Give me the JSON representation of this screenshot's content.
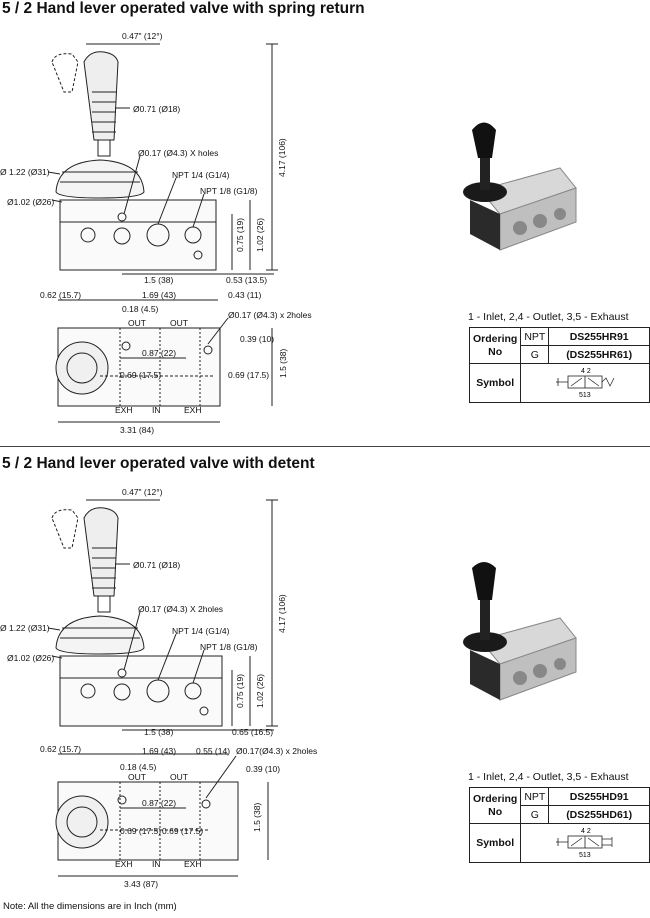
{
  "sections": [
    {
      "title": "5 / 2 Hand lever operated valve with spring return",
      "top_dims": {
        "angle": "0.47\" (12°)",
        "knob_dia": "Ø0.71 (Ø18)",
        "hole": "Ø0.17 (Ø4.3)  X holes",
        "npt_14": "NPT 1/4 (G1/4)",
        "npt_18": "NPT 1/8 (G1/8)",
        "boot_dia": "Ø 1.22 (Ø31)",
        "base_dia": "Ø1.02 (Ø26)",
        "h_total": "4.17 (106)",
        "h_body": "1.02 (26)",
        "h_port": "0.75 (19)",
        "w_ports": "1.5 (38)",
        "w_end": "0.53 (13.5)"
      },
      "bottom_dims": {
        "left_off": "0.62 (15.7)",
        "center_w": "1.69 (43)",
        "right_off": "0.43 (11)",
        "small_off": "0.18 (4.5)",
        "holes": "Ø0.17 (Ø4.3) x 2holes",
        "hole_off": "0.39 (10)",
        "out_pitch": "0.87 (22)",
        "pitch_l": "0.69 (17.5)",
        "pitch_r": "0.69 (17.5)",
        "height": "1.5 (38)",
        "length": "3.31 (84)",
        "out_a": "OUT",
        "out_b": "OUT",
        "exh_a": "EXH",
        "in": "IN",
        "exh_b": "EXH"
      },
      "ports_legend": "1 - Inlet,    2,4 - Outlet,     3,5 - Exhaust",
      "ordering": {
        "label_line1": "Ordering",
        "label_line2": "No",
        "npt_label": "NPT",
        "npt_code": "DS255HR91",
        "g_label": "G",
        "g_code": "(DS255HR61)",
        "symbol_label": "Symbol",
        "symbol_top": "4 2",
        "symbol_bottom": "513"
      }
    },
    {
      "title": "5 / 2 Hand lever operated valve with detent",
      "top_dims": {
        "angle": "0.47\" (12°)",
        "knob_dia": "Ø0.71 (Ø18)",
        "hole": "Ø0.17 (Ø4.3) X 2holes",
        "npt_14": "NPT 1/4 (G1/4)",
        "npt_18": "NPT 1/8 (G1/8)",
        "boot_dia": "Ø 1.22 (Ø31)",
        "base_dia": "Ø1.02 (Ø26)",
        "h_total": "4.17 (106)",
        "h_body": "1.02 (26)",
        "h_port": "0.75 (19)",
        "w_ports": "1.5 (38)",
        "w_end": "0.65 (16.5)"
      },
      "bottom_dims": {
        "left_off": "0.62 (15.7)",
        "center_w": "1.69 (43)",
        "right_off": "0.55 (14)",
        "small_off": "0.18 (4.5)",
        "holes": "Ø0.17(Ø4.3) x 2holes",
        "hole_off": "0.39 (10)",
        "out_pitch": "0.87 (22)",
        "pitch_l": "0.69 (17.5)",
        "pitch_r": "0.69 (17.5)",
        "height": "1.5 (38)",
        "length": "3.43 (87)",
        "out_a": "OUT",
        "out_b": "OUT",
        "exh_a": "EXH",
        "in": "IN",
        "exh_b": "EXH"
      },
      "ports_legend": "1 - Inlet,    2,4 - Outlet,     3,5 - Exhaust",
      "ordering": {
        "label_line1": "Ordering",
        "label_line2": "No",
        "npt_label": "NPT",
        "npt_code": "DS255HD91",
        "g_label": "G",
        "g_code": "(DS255HD61)",
        "symbol_label": "Symbol",
        "symbol_top": "4 2",
        "symbol_bottom": "513"
      }
    }
  ],
  "note": "Note: All the dimensions are in Inch (mm)"
}
